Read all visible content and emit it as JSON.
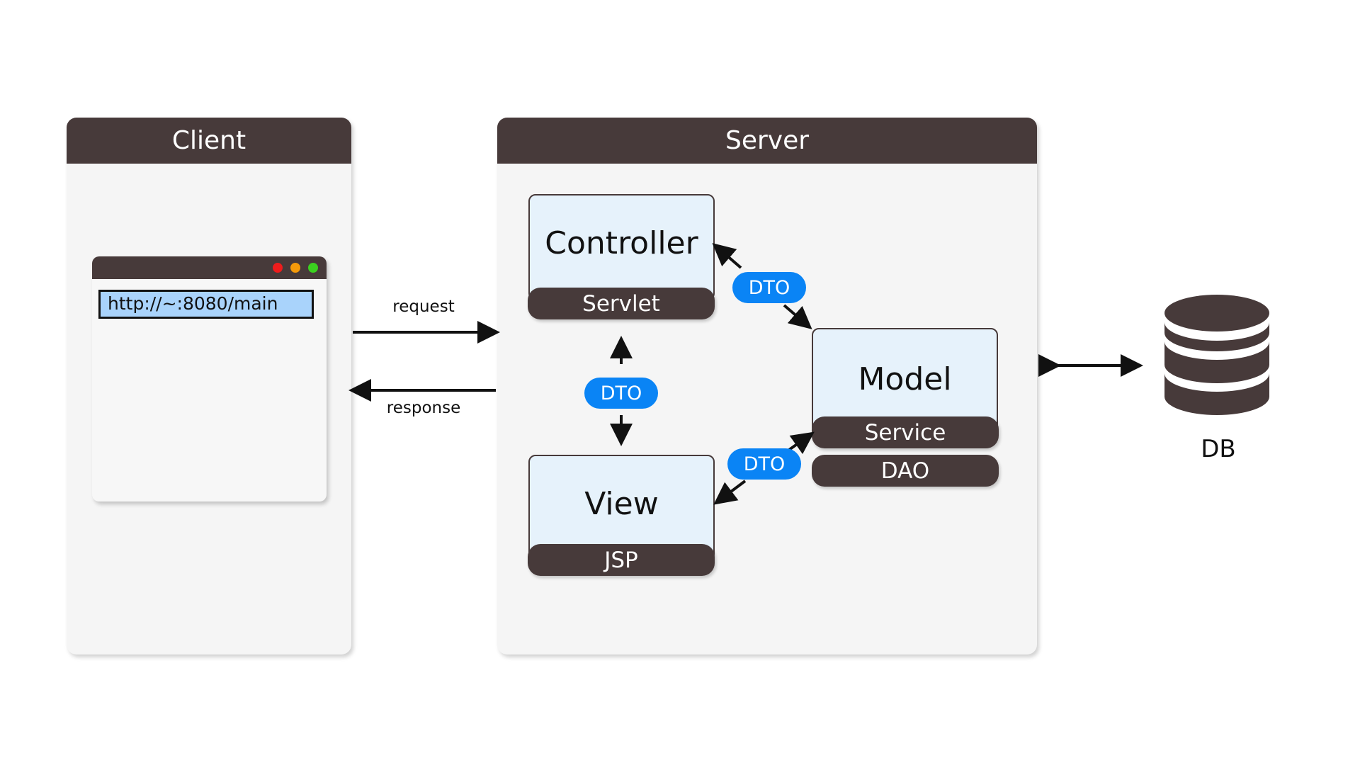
{
  "client": {
    "title": "Client",
    "browser": {
      "url": "http://~:8080/main",
      "dot_colors": [
        "#ee1c1c",
        "#f59a0a",
        "#3bd11f"
      ]
    }
  },
  "server": {
    "title": "Server",
    "controller": {
      "title": "Controller",
      "sub": "Servlet"
    },
    "view": {
      "title": "View",
      "sub": "JSP"
    },
    "model": {
      "title": "Model",
      "sub": "Service",
      "extra": "DAO"
    },
    "dto_labels": [
      "DTO",
      "DTO",
      "DTO"
    ]
  },
  "links": {
    "request": "request",
    "response": "response"
  },
  "db": {
    "label": "DB"
  },
  "colors": {
    "header": "#473a3a",
    "panel": "#f5f5f5",
    "component": "#e6f2fb",
    "dto": "#0a84f5",
    "url_field": "#a9d3fb"
  },
  "icons": {
    "db": "database-icon"
  }
}
